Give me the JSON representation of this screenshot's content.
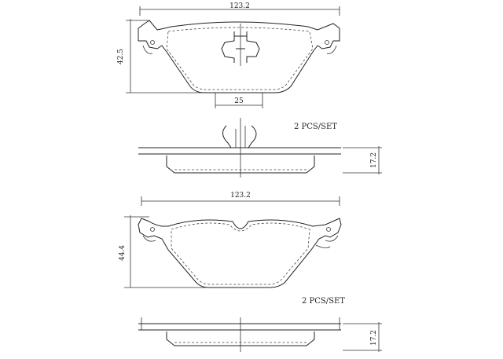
{
  "pad_top": {
    "width_label": "123.2",
    "height_label": "42.5",
    "tab_label": "25"
  },
  "side_top": {
    "thickness_label": "17.2",
    "set_label": "2 PCS/SET"
  },
  "pad_bottom": {
    "width_label": "123.2",
    "height_label": "44.4"
  },
  "side_bottom": {
    "thickness_label": "17.2",
    "set_label": "2 PCS/SET"
  }
}
